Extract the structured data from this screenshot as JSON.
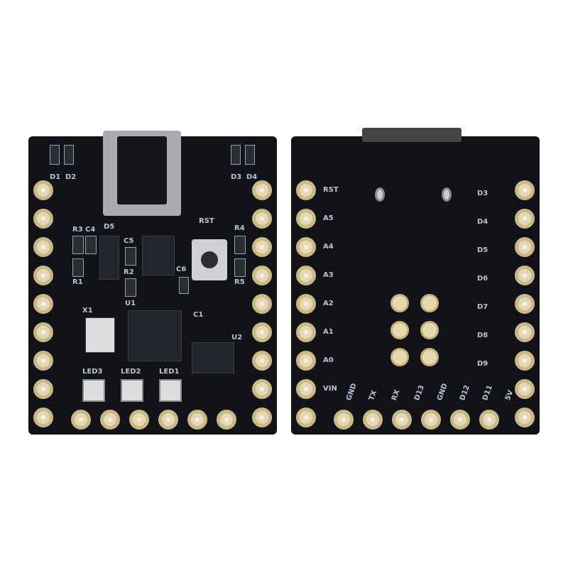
{
  "front": {
    "labels": {
      "d1": "D1",
      "d2": "D2",
      "d3": "D3",
      "d4": "D4",
      "r3": "R3",
      "c4": "C4",
      "d5": "D5",
      "c5": "C5",
      "r2": "R2",
      "r1": "R1",
      "rst": "RST",
      "r4": "R4",
      "c6": "C6",
      "r5": "R5",
      "x1": "X1",
      "u1": "U1",
      "c1": "C1",
      "u2": "U2",
      "led3": "LED3",
      "led2": "LED2",
      "led1": "LED1"
    }
  },
  "back": {
    "left_pins": [
      "RST",
      "A5",
      "A4",
      "A3",
      "A2",
      "A1",
      "A0",
      "VIN"
    ],
    "right_pins": [
      "D3",
      "D4",
      "D5",
      "D6",
      "D7",
      "D8",
      "D9"
    ],
    "bottom_pins": [
      "GND",
      "TX",
      "RX",
      "D13",
      "GND",
      "D12",
      "D11",
      "5V"
    ]
  },
  "colors": {
    "pcb": "#111318",
    "pad": "#e4d9b4",
    "silkscreen": "#b8c4d6"
  }
}
